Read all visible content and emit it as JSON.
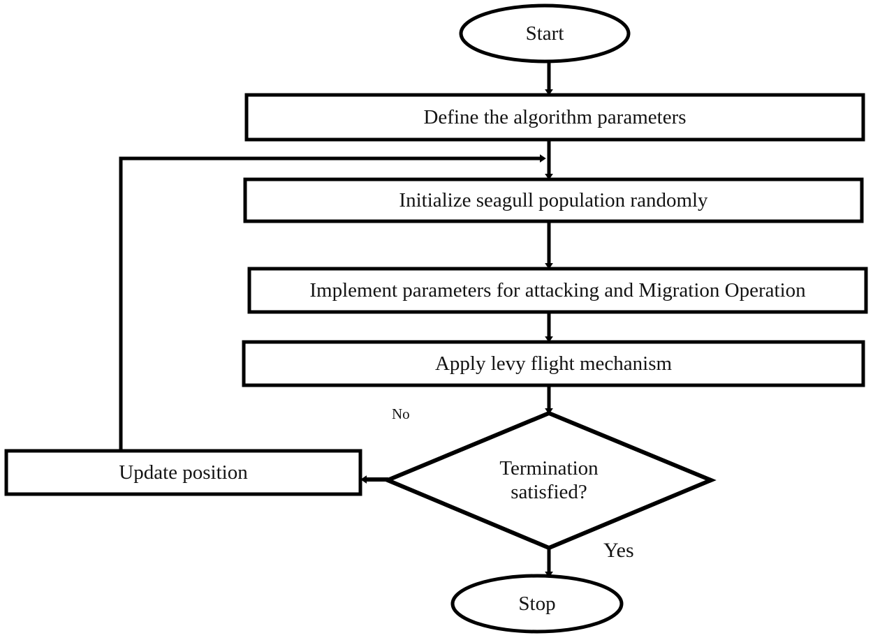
{
  "diagram": {
    "title": "Seagull Optimization Algorithm Flowchart",
    "type": "flowchart",
    "stroke_color": "#000000",
    "fill_color": "#ffffff",
    "text_color": "#131313",
    "nodes": [
      {
        "id": "start",
        "shape": "ellipse",
        "label": "Start"
      },
      {
        "id": "define",
        "shape": "rectangle",
        "label": "Define the algorithm parameters"
      },
      {
        "id": "initialize",
        "shape": "rectangle",
        "label": "Initialize seagull population randomly"
      },
      {
        "id": "implement",
        "shape": "rectangle",
        "label": "Implement parameters for attacking and Migration Operation"
      },
      {
        "id": "levy",
        "shape": "rectangle",
        "label": "Apply levy flight mechanism"
      },
      {
        "id": "termination",
        "shape": "diamond",
        "label": "Termination\nsatisfied?"
      },
      {
        "id": "update",
        "shape": "rectangle",
        "label": "Update position"
      },
      {
        "id": "stop",
        "shape": "ellipse",
        "label": "Stop"
      }
    ],
    "edges": [
      {
        "id": "e-start-define",
        "from": "start",
        "to": "define",
        "label": ""
      },
      {
        "id": "e-define-initialize",
        "from": "define",
        "to": "initialize",
        "label": ""
      },
      {
        "id": "e-initialize-implement",
        "from": "initialize",
        "to": "implement",
        "label": ""
      },
      {
        "id": "e-implement-levy",
        "from": "implement",
        "to": "levy",
        "label": ""
      },
      {
        "id": "e-levy-termination",
        "from": "levy",
        "to": "termination",
        "label": ""
      },
      {
        "id": "e-termination-update",
        "from": "termination",
        "to": "update",
        "label": "No"
      },
      {
        "id": "e-termination-stop",
        "from": "termination",
        "to": "stop",
        "label": "Yes"
      },
      {
        "id": "e-update-initialize",
        "from": "update",
        "to": "initialize",
        "label": ""
      }
    ],
    "labels": {
      "no": "No",
      "yes": "Yes"
    }
  }
}
